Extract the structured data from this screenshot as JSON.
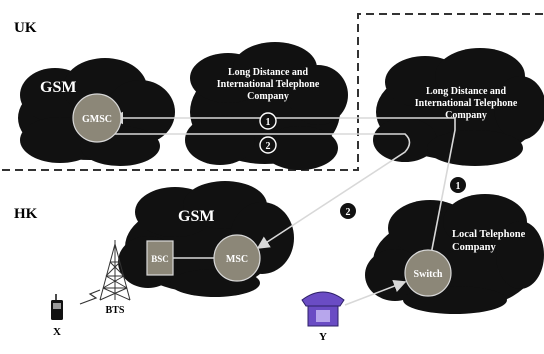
{
  "regions": {
    "uk": "UK",
    "hk": "HK"
  },
  "uk_gsm": {
    "label": "GSM",
    "node": "GMSC"
  },
  "uk_ld_company": {
    "line1": "Long Distance and",
    "line2": "International Telephone",
    "line3": "Company"
  },
  "hk_ld_company": {
    "line1": "Long Distance and",
    "line2": "International Telephone",
    "line3": "Company"
  },
  "hk_gsm": {
    "label": "GSM",
    "msc": "MSC",
    "bsc": "BSC"
  },
  "local_company": {
    "line1": "Local Telephone",
    "line2": "Company",
    "node": "Switch"
  },
  "devices": {
    "bts": "BTS",
    "mobile": "X",
    "phone": "Y"
  },
  "markers": {
    "uk_step1": "1",
    "uk_step2": "2",
    "hk_step1": "1",
    "hk_step2": "2"
  },
  "colors": {
    "cloud": "#111111",
    "node_fill": "#8c8778",
    "link_line": "#d8d8d8",
    "dashed_border": "#333333",
    "phone": "#6a4cc4"
  }
}
